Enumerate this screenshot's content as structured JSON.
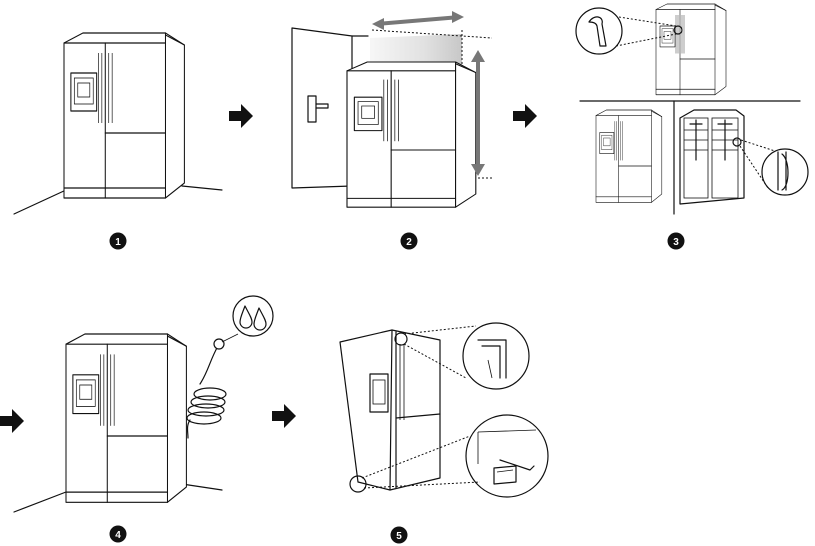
{
  "steps": [
    {
      "number": "1"
    },
    {
      "number": "2"
    },
    {
      "number": "3"
    },
    {
      "number": "4"
    },
    {
      "number": "5"
    }
  ],
  "colors": {
    "line": "#111111",
    "badge": "#111111",
    "arrow": "#111111",
    "shade": "#bdbdbd",
    "background": "#ffffff"
  },
  "icons": [
    "arrow-right-icon",
    "water-drops-icon",
    "hex-key-icon",
    "wrench-icon",
    "water-hose-icon",
    "measure-arrow-icon"
  ]
}
